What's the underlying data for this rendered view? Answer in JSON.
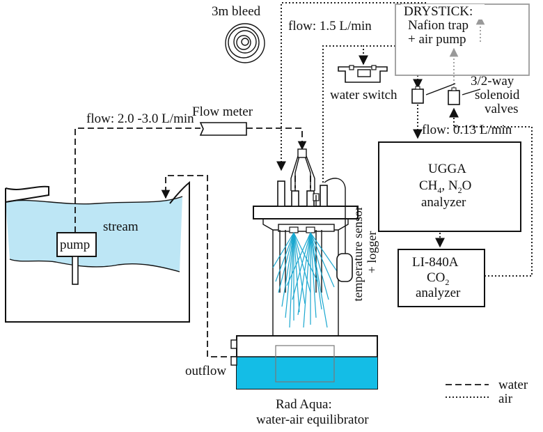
{
  "labels": {
    "bleed": "3m bleed",
    "drystick_title": "DRYSTICK:",
    "drystick_line1": "Nafion trap",
    "drystick_line2": "+ air pump",
    "flow_air": "flow: 1.5 L/min",
    "water_switch": "water switch",
    "solenoid_line1": "3/2-way",
    "solenoid_line2": "solenoid",
    "solenoid_line3": "valves",
    "flow_water": "flow: 2.0 -3.0 L/min",
    "flow_meter": "Flow meter",
    "flow_analyzer": "flow: 0.13 L/min",
    "ugga_line1": "UGGA",
    "ugga_line2_a": "CH",
    "ugga_line2_sub1": "4",
    "ugga_line2_b": ", N",
    "ugga_line2_sub2": "2",
    "ugga_line2_c": "O",
    "ugga_line3": "analyzer",
    "licor_line1": "LI-840A",
    "licor_line2_a": "CO",
    "licor_line2_sub": "2",
    "licor_line3": "analyzer",
    "stream": "stream",
    "pump": "pump",
    "temp_line1": "temperature sensor",
    "temp_line2": "+ logger",
    "outflow": "outflow",
    "radaqua_line1": "Rad Aqua:",
    "radaqua_line2": "water-air equilibrator"
  },
  "legend": {
    "water": "water",
    "air": "air"
  },
  "colors": {
    "stream_water": "#bde6f5",
    "tank_water": "#14bde6",
    "spray": "#1aa7cf",
    "drystick_border": "#9a9a9a"
  }
}
